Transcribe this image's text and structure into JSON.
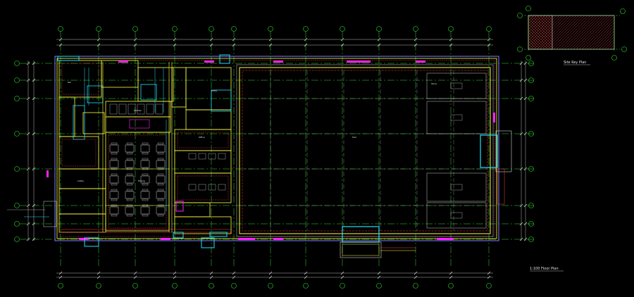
{
  "drawing": {
    "main_title": "1:100 Floor Plan",
    "inset_title": "Site Key Plan",
    "room_labels": [
      "Hall",
      "Store",
      "Dining",
      "Kitchen",
      "Office",
      "WC",
      "Lobby",
      "Entry"
    ]
  },
  "colors": {
    "background": "#000000",
    "axis_line": "#30e030",
    "dimension_line": "#e8e8e8",
    "wall_main": "#ffff40",
    "wall_secondary": "#ff4040",
    "accent_cyan": "#20e0ff",
    "accent_magenta": "#ff20ff",
    "outline_blue": "#8080ff",
    "hatch": "#c84040",
    "furniture": "#c8c8c8"
  },
  "icons": [
    "grid-bubble-icon"
  ]
}
